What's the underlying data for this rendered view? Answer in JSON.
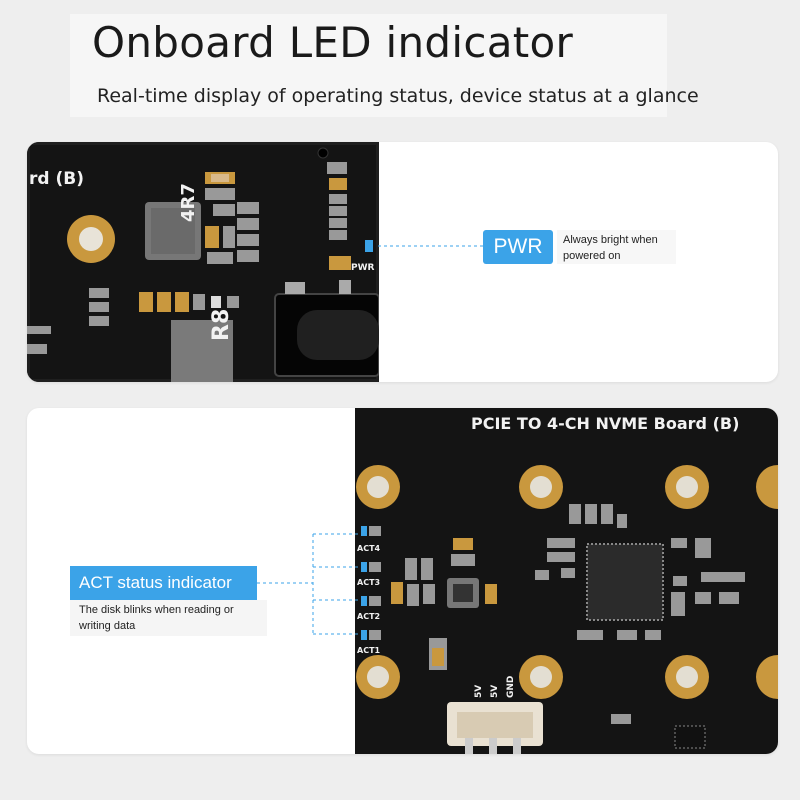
{
  "header": {
    "title": "Onboard LED indicator",
    "subtitle": "Real-time display of operating status, device status at a glance"
  },
  "pwr_callout": {
    "label": "PWR",
    "description": "Always bright when powered on"
  },
  "act_callout": {
    "label": "ACT status indicator",
    "description": "The disk blinks when reading or writing data"
  },
  "board1": {
    "name_fragment": "rd (B)",
    "inductor_top": "4R7",
    "inductor_bottom": "R8",
    "pwr_silk": "PWR"
  },
  "board2": {
    "name": "PCIE TO 4-CH NVME Board (B)",
    "leds": [
      "ACT4",
      "ACT3",
      "ACT2",
      "ACT1"
    ],
    "header_pins": [
      "5V",
      "5V",
      "GND"
    ]
  },
  "colors": {
    "accent": "#3ba3e8",
    "pcb": "#141414",
    "copper": "#c9983e"
  }
}
